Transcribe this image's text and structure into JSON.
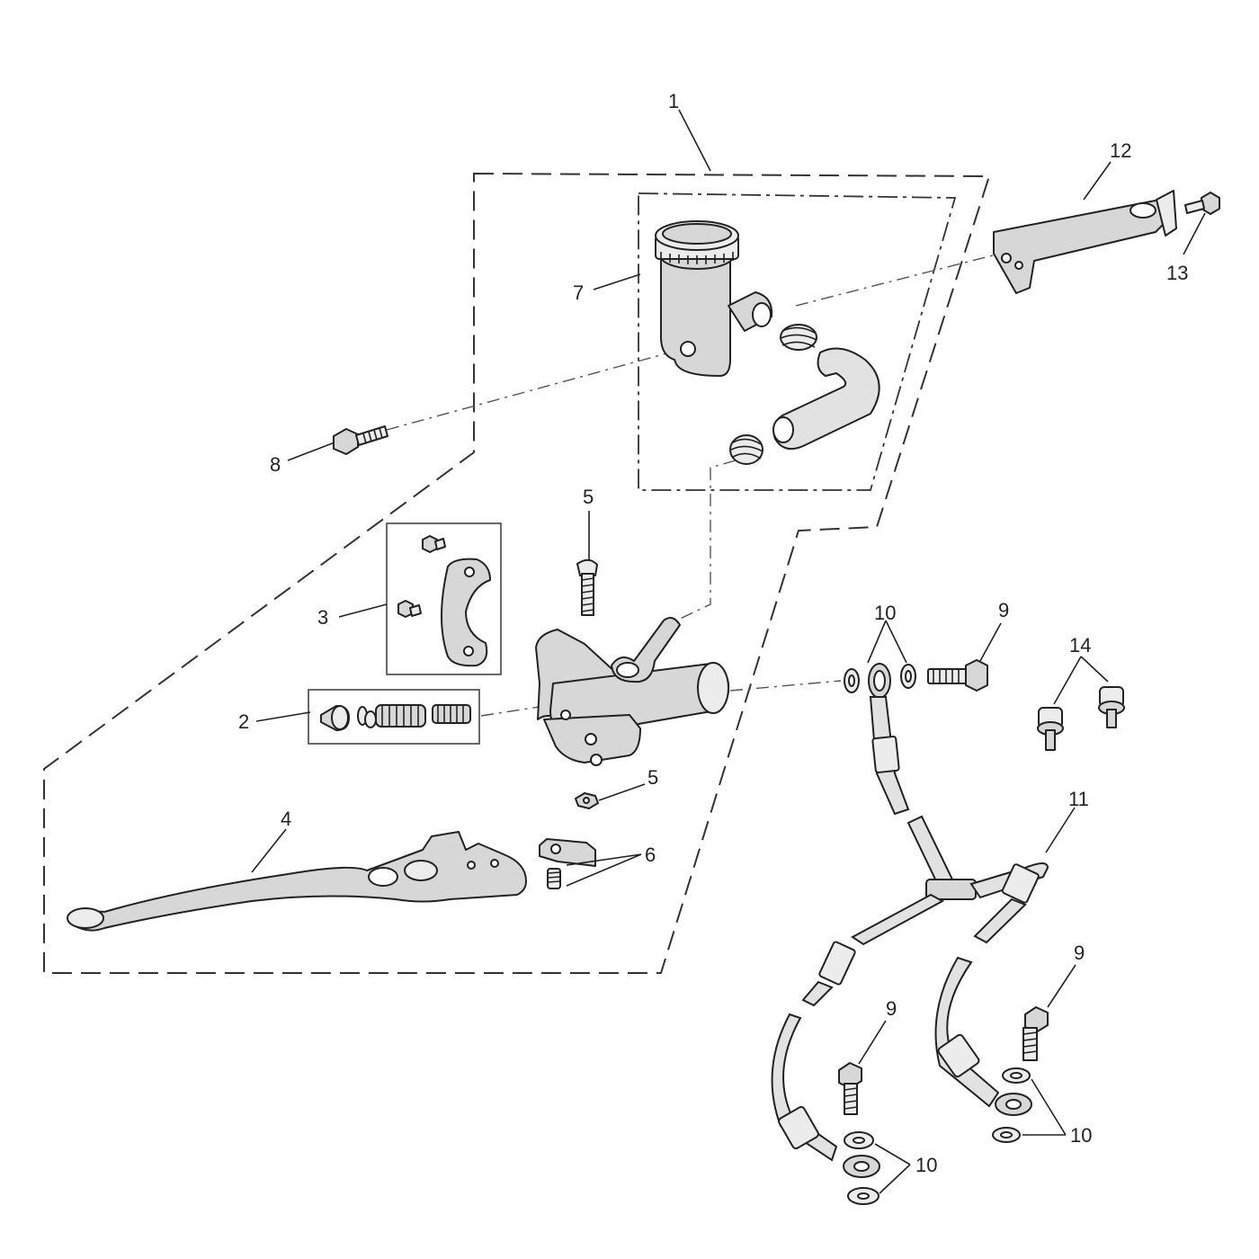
{
  "callouts": {
    "c1": "1",
    "c2": "2",
    "c3": "3",
    "c4": "4",
    "c5a": "5",
    "c5b": "5",
    "c6": "6",
    "c7": "7",
    "c8": "8",
    "c9a": "9",
    "c9b": "9",
    "c9c": "9",
    "c10a": "10",
    "c10b": "10",
    "c10c": "10",
    "c11": "11",
    "c12": "12",
    "c13": "13",
    "c14": "14"
  },
  "colors": {
    "line": "#222222",
    "part_fill": "#d7d7d7",
    "background": "#ffffff"
  }
}
